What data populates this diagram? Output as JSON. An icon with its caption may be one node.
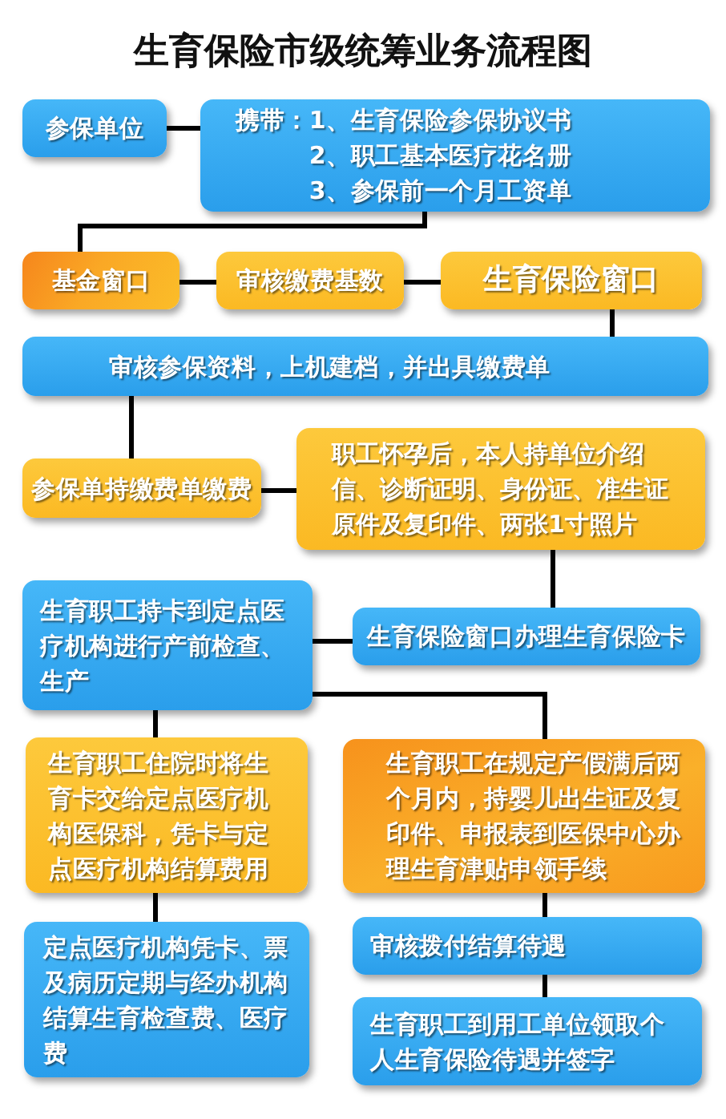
{
  "diagram": {
    "title": "生育保险市级统筹业务流程图",
    "nodes": [
      {
        "text": [
          "参保单位"
        ]
      },
      {
        "text": [
          "携带：",
          "1、生育保险参保协议书",
          "2、职工基本医疗花名册",
          "3、参保前一个月工资单"
        ]
      },
      {
        "text": [
          "基金窗口"
        ]
      },
      {
        "text": [
          "审核缴费基数"
        ]
      },
      {
        "text": [
          "生育保险窗口"
        ]
      },
      {
        "text": [
          "审核参保资料，上机建档，并出具缴费单"
        ]
      },
      {
        "text": [
          "参保单持缴费单缴费"
        ]
      },
      {
        "text": [
          "职工怀孕后，本人持单位介绍信、诊断证明、身份证、准生证原件及复印件、两张1寸照片"
        ]
      },
      {
        "text": [
          "生育职工持卡到定点医疗机构进行产前检查、生产"
        ]
      },
      {
        "text": [
          "生育保险窗口办理生育保险卡"
        ]
      },
      {
        "text": [
          "生育职工住院时将生育卡交给定点医疗机构医保科，凭卡与定点医疗机构结算费用"
        ]
      },
      {
        "text": [
          "生育职工在规定产假满后两个月内，持婴儿出生证及复印件、申报表到医保中心办理生育津贴申领手续"
        ]
      },
      {
        "text": [
          "定点医疗机构凭卡、票及病历定期与经办机构结算生育检查费、医疗费"
        ]
      },
      {
        "text": [
          "审核拨付结算待遇"
        ]
      },
      {
        "text": [
          "生育职工到用工单位领取个人生育保险待遇并签字"
        ]
      }
    ],
    "edges": [
      {
        "from": 0,
        "to": 1,
        "arrow": "none"
      },
      {
        "from": 1,
        "to": 2,
        "arrow": "none"
      },
      {
        "from": 2,
        "to": 3,
        "arrow": "none"
      },
      {
        "from": 3,
        "to": 4,
        "arrow": "none"
      },
      {
        "from": 4,
        "to": 5,
        "arrow": "none"
      },
      {
        "from": 5,
        "to": 6,
        "arrow": "none"
      },
      {
        "from": 6,
        "to": 7,
        "arrow": "none"
      },
      {
        "from": 7,
        "to": 9,
        "arrow": "none"
      },
      {
        "from": 9,
        "to": 8,
        "arrow": "none"
      },
      {
        "from": 8,
        "to": 10,
        "arrow": "none"
      },
      {
        "from": 8,
        "to": 11,
        "arrow": "none"
      },
      {
        "from": 10,
        "to": 12,
        "arrow": "none"
      },
      {
        "from": 11,
        "to": 13,
        "arrow": "none"
      },
      {
        "from": 13,
        "to": 14,
        "arrow": "none"
      }
    ]
  }
}
